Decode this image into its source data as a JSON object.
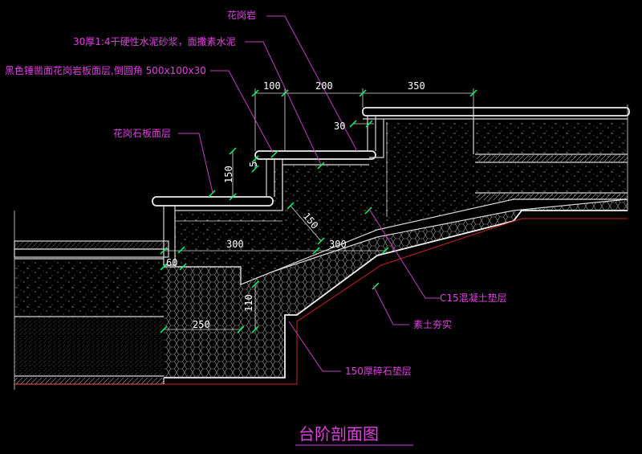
{
  "title": "台阶剖面图",
  "labels": {
    "granite": "花岗岩",
    "mortar": "30厚1:4干硬性水泥砂浆，面撒素水泥",
    "black_granite": "黑色锤凿面花岗岩板面层,倒圆角 500x100x30",
    "granite_slab": "花岗石板面层",
    "c15": "C15混凝土垫层",
    "soil": "素土夯实",
    "gravel": "150厚碎石垫层"
  },
  "dims": {
    "d100": "100",
    "d200": "200",
    "d350": "350",
    "d30": "30",
    "d150a": "150",
    "d5": "5",
    "d150b": "150",
    "d300a": "300",
    "d300b": "300",
    "d60": "60",
    "d110": "110",
    "d250": "250"
  },
  "colors": {
    "label": "#e040e0",
    "dimension": "#ffffff",
    "tick": "#00ff66",
    "outline": "#d8d8d8",
    "soil_line": "#cc2222",
    "background": "#000000"
  }
}
